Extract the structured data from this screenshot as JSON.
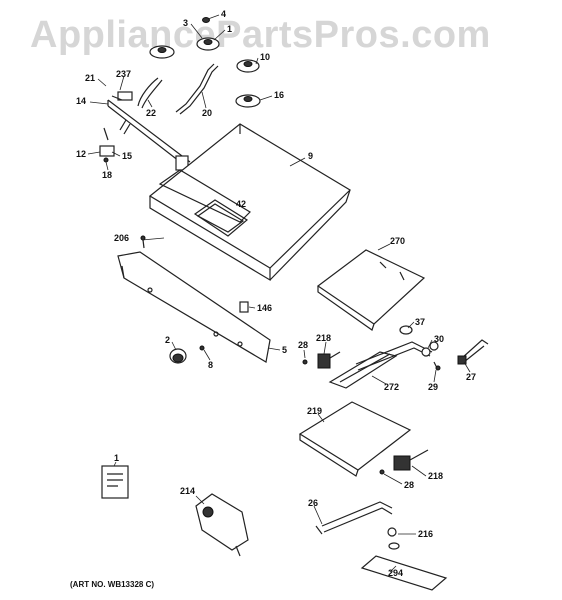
{
  "watermark": "AppliancePartsPros.com",
  "art_number": "(ART NO. WB13328 C)",
  "parts": [
    {
      "id": "p4",
      "label": "4"
    },
    {
      "id": "p3",
      "label": "3"
    },
    {
      "id": "p1a",
      "label": "1"
    },
    {
      "id": "p10",
      "label": "10"
    },
    {
      "id": "p21",
      "label": "21"
    },
    {
      "id": "p237",
      "label": "237"
    },
    {
      "id": "p22",
      "label": "22"
    },
    {
      "id": "p20",
      "label": "20"
    },
    {
      "id": "p16",
      "label": "16"
    },
    {
      "id": "p14",
      "label": "14"
    },
    {
      "id": "p9",
      "label": "9"
    },
    {
      "id": "p12",
      "label": "12"
    },
    {
      "id": "p15",
      "label": "15"
    },
    {
      "id": "p18",
      "label": "18"
    },
    {
      "id": "p42",
      "label": "42"
    },
    {
      "id": "p206",
      "label": "206"
    },
    {
      "id": "p270",
      "label": "270"
    },
    {
      "id": "p146",
      "label": "146"
    },
    {
      "id": "p37",
      "label": "37"
    },
    {
      "id": "p2",
      "label": "2"
    },
    {
      "id": "p5",
      "label": "5"
    },
    {
      "id": "p8",
      "label": "8"
    },
    {
      "id": "p28a",
      "label": "28"
    },
    {
      "id": "p218a",
      "label": "218"
    },
    {
      "id": "p30",
      "label": "30"
    },
    {
      "id": "p272",
      "label": "272"
    },
    {
      "id": "p29",
      "label": "29"
    },
    {
      "id": "p27",
      "label": "27"
    },
    {
      "id": "p219",
      "label": "219"
    },
    {
      "id": "p218b",
      "label": "218"
    },
    {
      "id": "p28b",
      "label": "28"
    },
    {
      "id": "p1b",
      "label": "1"
    },
    {
      "id": "p214",
      "label": "214"
    },
    {
      "id": "p26",
      "label": "26"
    },
    {
      "id": "p216",
      "label": "216"
    },
    {
      "id": "p294",
      "label": "294"
    }
  ]
}
